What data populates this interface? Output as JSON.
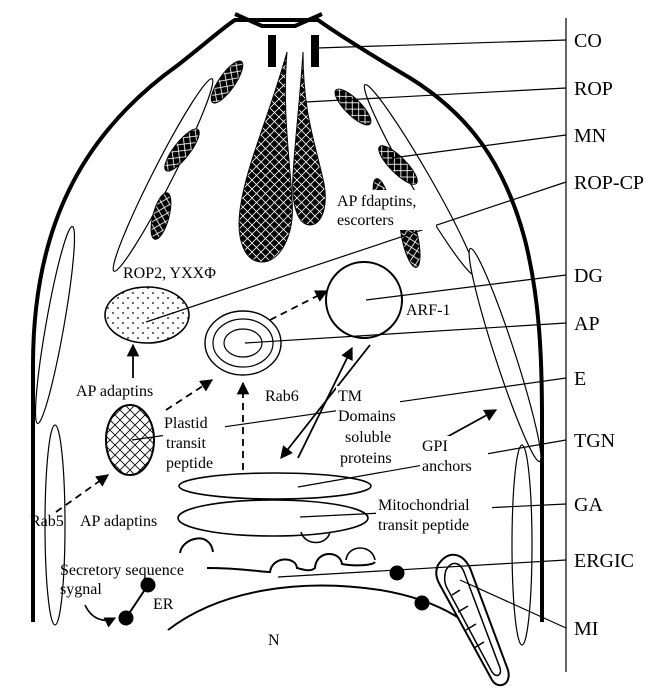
{
  "right_labels": {
    "co": "CO",
    "rop": "ROP",
    "mn": "MN",
    "rop_cp": "ROP-CP",
    "dg": "DG",
    "ap": "AP",
    "e": "E",
    "tgn": "TGN",
    "ga": "GA",
    "ergic": "ERGIC",
    "mi": "MI"
  },
  "annotations": {
    "ap_fdaptins_1": "AP fdaptins,",
    "ap_fdaptins_2": "escorters",
    "rop2": "ROP2, YXXΦ",
    "arf1": "ARF-1",
    "ap_adaptins_upper": "AP adaptins",
    "rab6": "Rab6",
    "tm_1": "TM",
    "tm_2": "Domains",
    "tm_3": "soluble",
    "tm_4": "proteins",
    "plastid_1": "Plastid",
    "plastid_2": "transit",
    "plastid_3": "peptide",
    "gpi_1": "GPI",
    "gpi_2": "anchors",
    "rab5": "Rab5",
    "ap_adaptins_lower": "AP adaptins",
    "mito_1": "Mitochondrial",
    "mito_2": "transit peptide",
    "secretory_1": "Secretory sequence",
    "secretory_2": "sygnal",
    "er": "ER",
    "n": "N"
  }
}
